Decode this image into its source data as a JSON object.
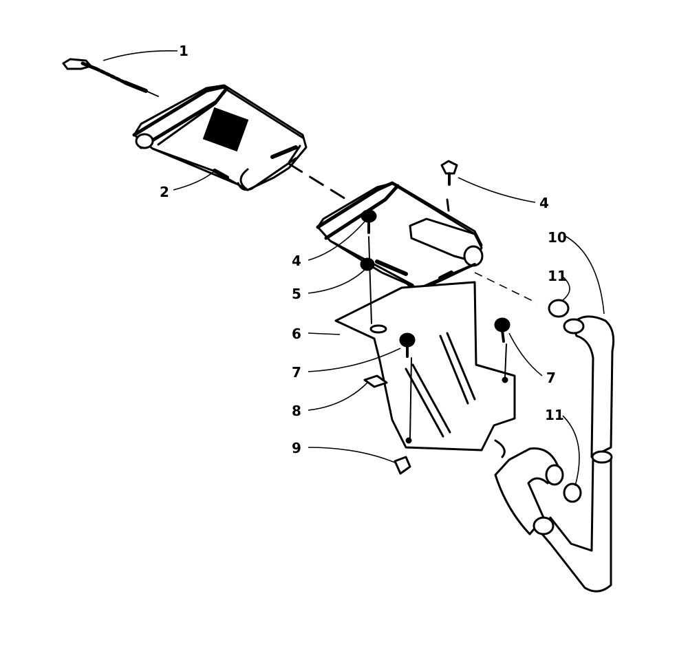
{
  "callouts": [
    {
      "id": "c1",
      "text": "1"
    },
    {
      "id": "c2",
      "text": "2"
    },
    {
      "id": "c4a",
      "text": "4"
    },
    {
      "id": "c4b",
      "text": "4"
    },
    {
      "id": "c10",
      "text": "10"
    },
    {
      "id": "c11a",
      "text": "11"
    },
    {
      "id": "c5",
      "text": "5"
    },
    {
      "id": "c6",
      "text": "6"
    },
    {
      "id": "c7a",
      "text": "7"
    },
    {
      "id": "c7b",
      "text": "7"
    },
    {
      "id": "c8",
      "text": "8"
    },
    {
      "id": "c11b",
      "text": "11"
    },
    {
      "id": "c9",
      "text": "9"
    }
  ]
}
